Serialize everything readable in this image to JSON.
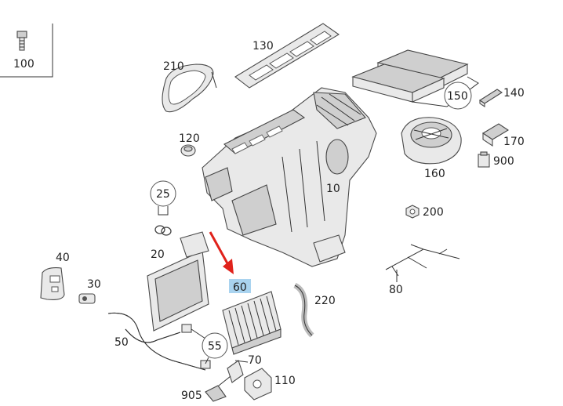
{
  "diagram": {
    "labels": {
      "p100": "100",
      "p130": "130",
      "p210": "210",
      "p140": "140",
      "p150": "150",
      "p120": "120",
      "p170": "170",
      "p900": "900",
      "p160": "160",
      "p25": "25",
      "p10": "10",
      "p200": "200",
      "p40": "40",
      "p20": "20",
      "p30": "30",
      "p60": "60",
      "p220": "220",
      "p80": "80",
      "p50": "50",
      "p55": "55",
      "p70": "70",
      "p110": "110",
      "p905": "905"
    },
    "highlighted_part": "60",
    "colors": {
      "arrow": "#e0221b",
      "highlight": "#a9d3ef",
      "line": "#333333",
      "part_fill": "#e9e9e9"
    }
  }
}
